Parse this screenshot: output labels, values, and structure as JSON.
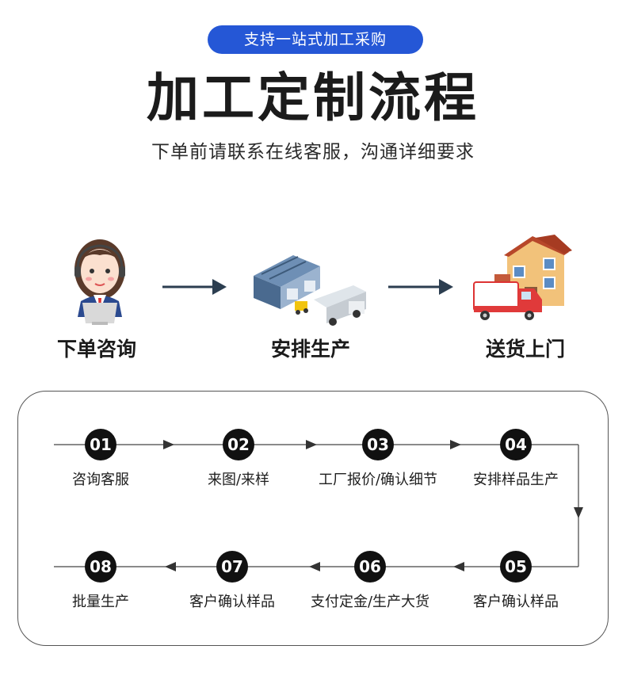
{
  "header": {
    "pill_text": "支持一站式加工采购",
    "title": "加工定制流程",
    "subtitle": "下单前请联系在线客服，沟通详细要求"
  },
  "stages": [
    {
      "label": "下单咨询",
      "icon": "customer-service-icon"
    },
    {
      "label": "安排生产",
      "icon": "factory-icon"
    },
    {
      "label": "送货上门",
      "icon": "delivery-icon"
    }
  ],
  "steps": [
    {
      "num": "01",
      "label": "咨询客服"
    },
    {
      "num": "02",
      "label": "来图/来样"
    },
    {
      "num": "03",
      "label": "工厂报价/确认细节"
    },
    {
      "num": "04",
      "label": "安排样品生产"
    },
    {
      "num": "05",
      "label": "客户确认样品"
    },
    {
      "num": "06",
      "label": "支付定金/生产大货"
    },
    {
      "num": "07",
      "label": "客户确认样品"
    },
    {
      "num": "08",
      "label": "批量生产"
    }
  ],
  "colors": {
    "accent": "#2557d6",
    "arrow": "#2c3e50",
    "badge": "#111111"
  }
}
